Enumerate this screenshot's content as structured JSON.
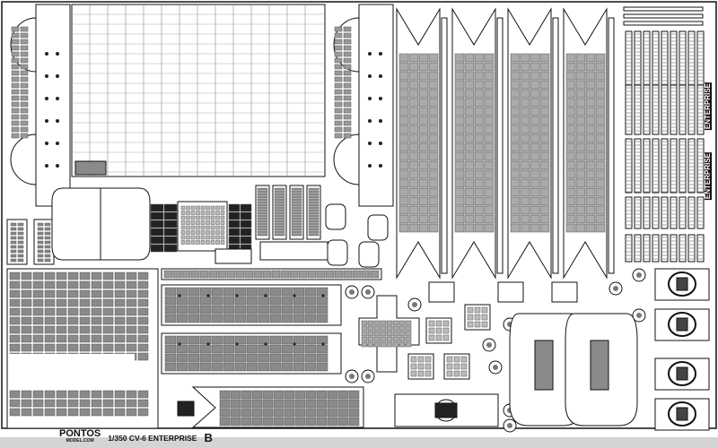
{
  "sheet": {
    "brand": "PONTOS",
    "brand_sub": "MODEL.COM",
    "title": "1/350 CV-6 ENTERPRISE",
    "sheet_letter": "B",
    "ship_label_1": "ENTERPRISE",
    "ship_label_2": "ENTERPRISE"
  },
  "colors": {
    "metal": "#ffffff",
    "outline": "#111111",
    "panel": "#8a8a8a",
    "dark": "#222222",
    "strip": "#d4d4d4"
  }
}
